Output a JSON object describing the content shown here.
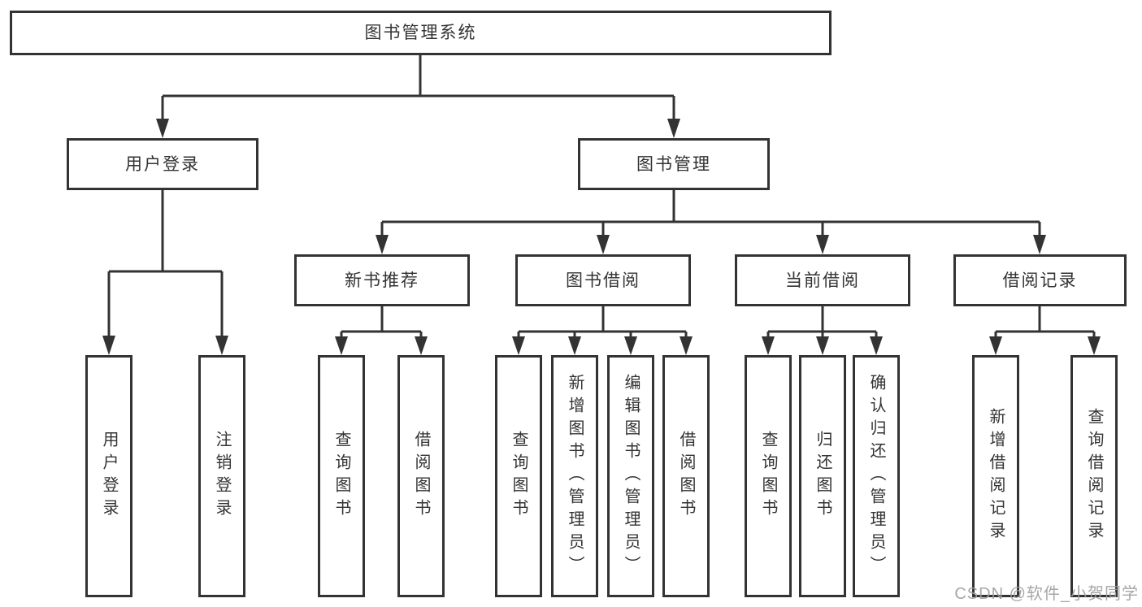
{
  "tree": {
    "root": "图书管理系统",
    "branches": [
      {
        "label": "用户登录",
        "leaves": [
          "用户登录",
          "注销登录"
        ]
      },
      {
        "label": "图书管理",
        "sections": [
          {
            "label": "新书推荐",
            "leaves": [
              "查询图书",
              "借阅图书"
            ]
          },
          {
            "label": "图书借阅",
            "leaves": [
              "查询图书",
              "新增图书（管理员）",
              "编辑图书（管理员）",
              "借阅图书"
            ]
          },
          {
            "label": "当前借阅",
            "leaves": [
              "查询图书",
              "归还图书",
              "确认归还（管理员）"
            ]
          },
          {
            "label": "借阅记录",
            "leaves": [
              "新增借阅记录",
              "查询借阅记录"
            ]
          }
        ]
      }
    ]
  },
  "watermark": {
    "text": "CSDN @软件_小贺同学"
  },
  "colors": {
    "line": "#333333",
    "box_border": "#333333",
    "box_background": "#ffffff",
    "text": "#333333",
    "watermark": "#9e9e9e",
    "background": "#ffffff"
  }
}
